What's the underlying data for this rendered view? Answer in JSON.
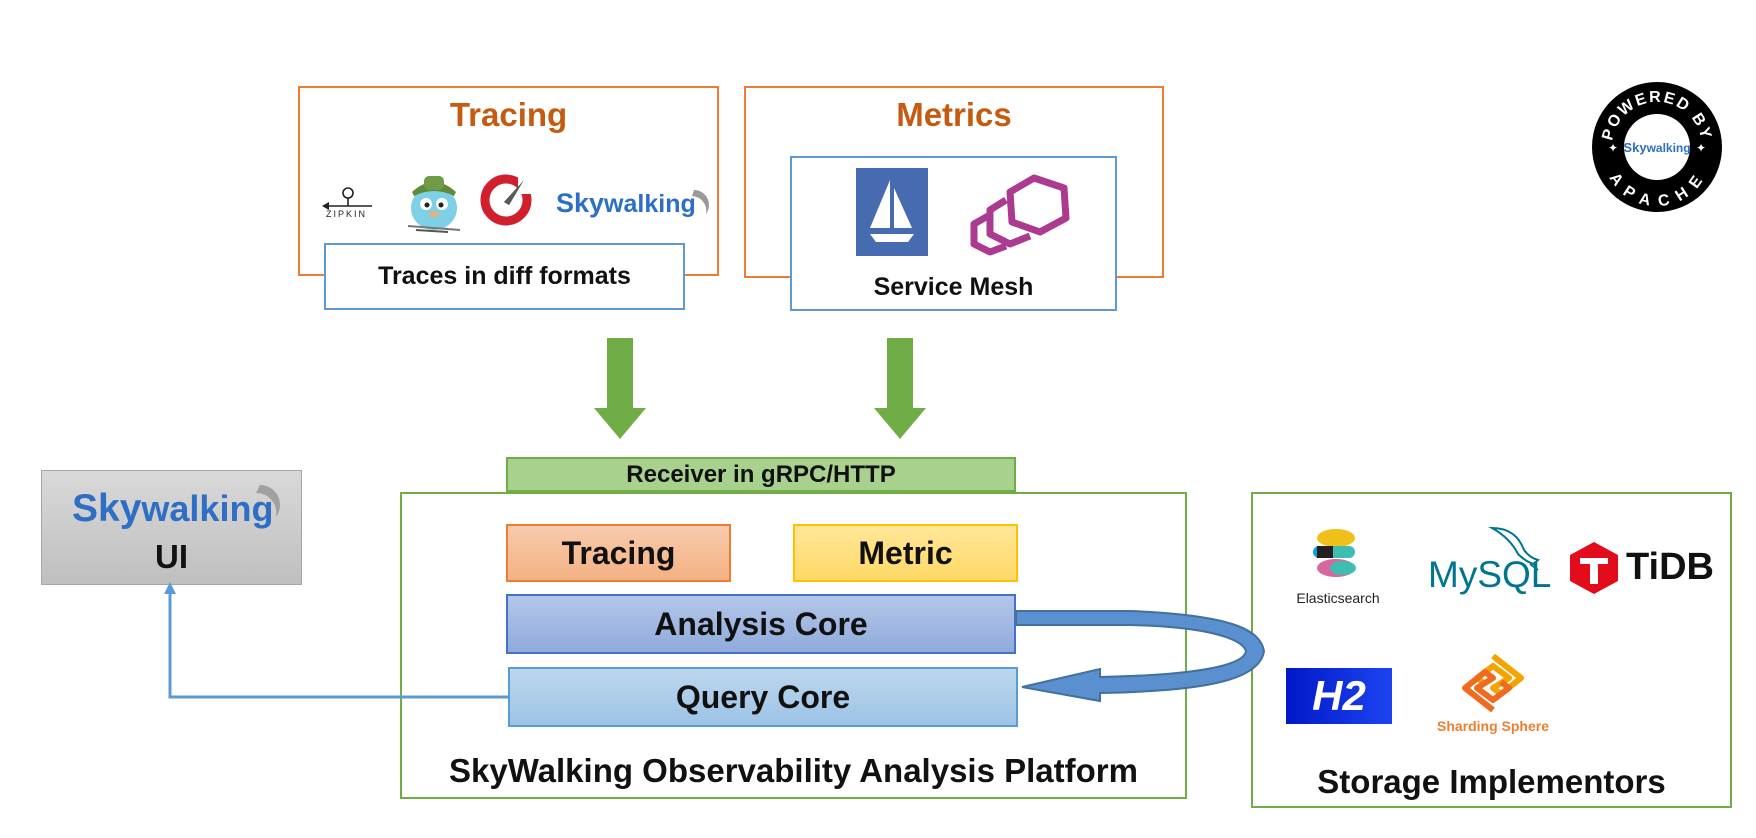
{
  "tracing_panel": {
    "title": "Tracing",
    "caption": "Traces in diff formats",
    "logos": {
      "zipkin": "ZIPKIN",
      "skywalking_a": "Sky",
      "skywalking_b": "walking"
    }
  },
  "metrics_panel": {
    "title": "Metrics",
    "caption": "Service Mesh"
  },
  "powered_badge": {
    "top_text": "POWERED BY",
    "bottom_text": "APACHE",
    "center_a": "Sky",
    "center_b": "walking"
  },
  "ui_box": {
    "logo_a": "Sky",
    "logo_b": "walking",
    "label": "UI"
  },
  "platform": {
    "receiver": "Receiver in gRPC/HTTP",
    "tracing": "Tracing",
    "metric": "Metric",
    "analysis_core": "Analysis Core",
    "query_core": "Query Core",
    "title": "SkyWalking Observability Analysis Platform"
  },
  "storage": {
    "elasticsearch": "Elasticsearch",
    "mysql": "MySQL",
    "tidb": "TiDB",
    "h2": "H2",
    "sharding_sphere": "Sharding Sphere",
    "title": "Storage Implementors"
  },
  "colors": {
    "orange_frame": "#ed7d31",
    "title_orange": "#c55a11",
    "blue_frame": "#5b9bd5",
    "green_frame": "#70ad47",
    "arrow_green": "#70ad47",
    "receiver_fill": "#a9d18e",
    "tracing_fill": "#f4b183",
    "metric_fill": "#ffd966",
    "analysis_fill": "#8faadc",
    "query_fill": "#9dc3e6",
    "skywalking_blue": "#2e6ec4"
  }
}
